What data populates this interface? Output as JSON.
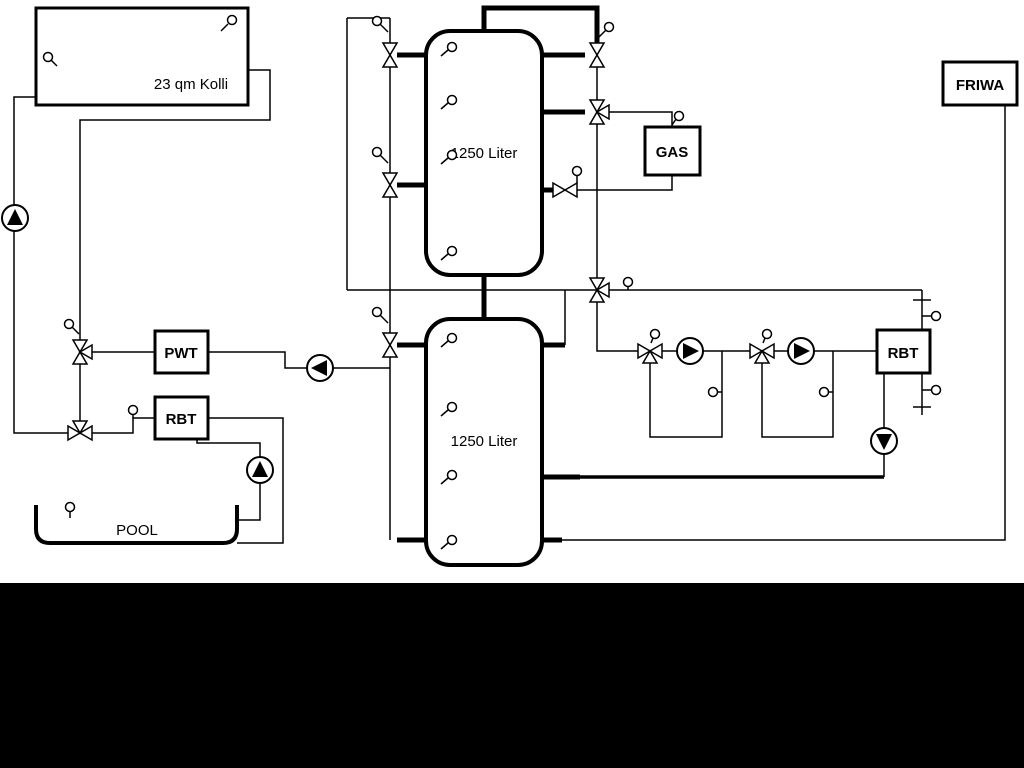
{
  "colors": {
    "line": "#000000",
    "background": "#ffffff",
    "bottom_bar": "#000000"
  },
  "labels": {
    "collector": "23 qm Kolli",
    "tank_top": "1250 Liter",
    "tank_bottom": "1250 Liter",
    "gas": "GAS",
    "friwa": "FRIWA",
    "pwt": "PWT",
    "rbt_left": "RBT",
    "rbt_right": "RBT",
    "pool": "POOL"
  },
  "components": {
    "pumps": [
      {
        "id": "pump-collector",
        "direction": "up"
      },
      {
        "id": "pump-pwt",
        "direction": "left"
      },
      {
        "id": "pump-pool",
        "direction": "up"
      },
      {
        "id": "pump-heating-circuit-1",
        "direction": "right"
      },
      {
        "id": "pump-heating-circuit-2",
        "direction": "right"
      },
      {
        "id": "pump-rbt-return",
        "direction": "down"
      }
    ],
    "valves": [
      {
        "id": "valve-tank1-left-top",
        "type": "2-way"
      },
      {
        "id": "valve-tank1-left-mid",
        "type": "2-way"
      },
      {
        "id": "valve-tank2-left",
        "type": "2-way"
      },
      {
        "id": "valve-tank1-right-top",
        "type": "2-way"
      },
      {
        "id": "valve-gas-supply",
        "type": "3-way"
      },
      {
        "id": "valve-gas-return",
        "type": "2-way"
      },
      {
        "id": "valve-distribution",
        "type": "3-way"
      },
      {
        "id": "valve-heating-circuit-1",
        "type": "3-way"
      },
      {
        "id": "valve-heating-circuit-2",
        "type": "3-way"
      },
      {
        "id": "valve-pwt",
        "type": "3-way"
      },
      {
        "id": "valve-rbt-pool",
        "type": "3-way"
      }
    ],
    "temperature_sensor_count": 26
  }
}
